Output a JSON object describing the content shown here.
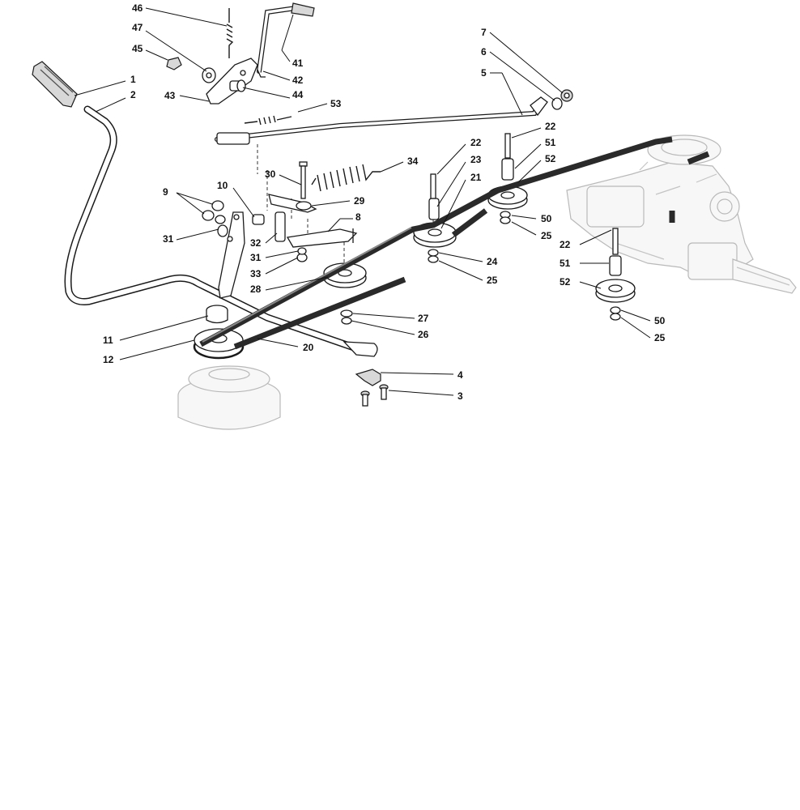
{
  "callouts": [
    {
      "id": "c46",
      "label": "46"
    },
    {
      "id": "c47",
      "label": "47"
    },
    {
      "id": "c45",
      "label": "45"
    },
    {
      "id": "c1",
      "label": "1"
    },
    {
      "id": "c2",
      "label": "2"
    },
    {
      "id": "c43",
      "label": "43"
    },
    {
      "id": "c41",
      "label": "41"
    },
    {
      "id": "c42",
      "label": "42"
    },
    {
      "id": "c44",
      "label": "44"
    },
    {
      "id": "c53",
      "label": "53"
    },
    {
      "id": "c7",
      "label": "7"
    },
    {
      "id": "c6",
      "label": "6"
    },
    {
      "id": "c5",
      "label": "5"
    },
    {
      "id": "c22a",
      "label": "22"
    },
    {
      "id": "c22b",
      "label": "22"
    },
    {
      "id": "c23",
      "label": "23"
    },
    {
      "id": "c51a",
      "label": "51"
    },
    {
      "id": "c52a",
      "label": "52"
    },
    {
      "id": "c21",
      "label": "21"
    },
    {
      "id": "c34",
      "label": "34"
    },
    {
      "id": "c30",
      "label": "30"
    },
    {
      "id": "c10",
      "label": "10"
    },
    {
      "id": "c9",
      "label": "9"
    },
    {
      "id": "c31a",
      "label": "31"
    },
    {
      "id": "c29",
      "label": "29"
    },
    {
      "id": "c8",
      "label": "8"
    },
    {
      "id": "c32",
      "label": "32"
    },
    {
      "id": "c31b",
      "label": "31"
    },
    {
      "id": "c33",
      "label": "33"
    },
    {
      "id": "c28",
      "label": "28"
    },
    {
      "id": "c50a",
      "label": "50"
    },
    {
      "id": "c25a",
      "label": "25"
    },
    {
      "id": "c24",
      "label": "24"
    },
    {
      "id": "c25b",
      "label": "25"
    },
    {
      "id": "c22c",
      "label": "22"
    },
    {
      "id": "c51b",
      "label": "51"
    },
    {
      "id": "c52b",
      "label": "52"
    },
    {
      "id": "c50b",
      "label": "50"
    },
    {
      "id": "c25c",
      "label": "25"
    },
    {
      "id": "c27",
      "label": "27"
    },
    {
      "id": "c26",
      "label": "26"
    },
    {
      "id": "c11",
      "label": "11"
    },
    {
      "id": "c12",
      "label": "12"
    },
    {
      "id": "c20",
      "label": "20"
    },
    {
      "id": "c4",
      "label": "4"
    },
    {
      "id": "c3",
      "label": "3"
    }
  ]
}
